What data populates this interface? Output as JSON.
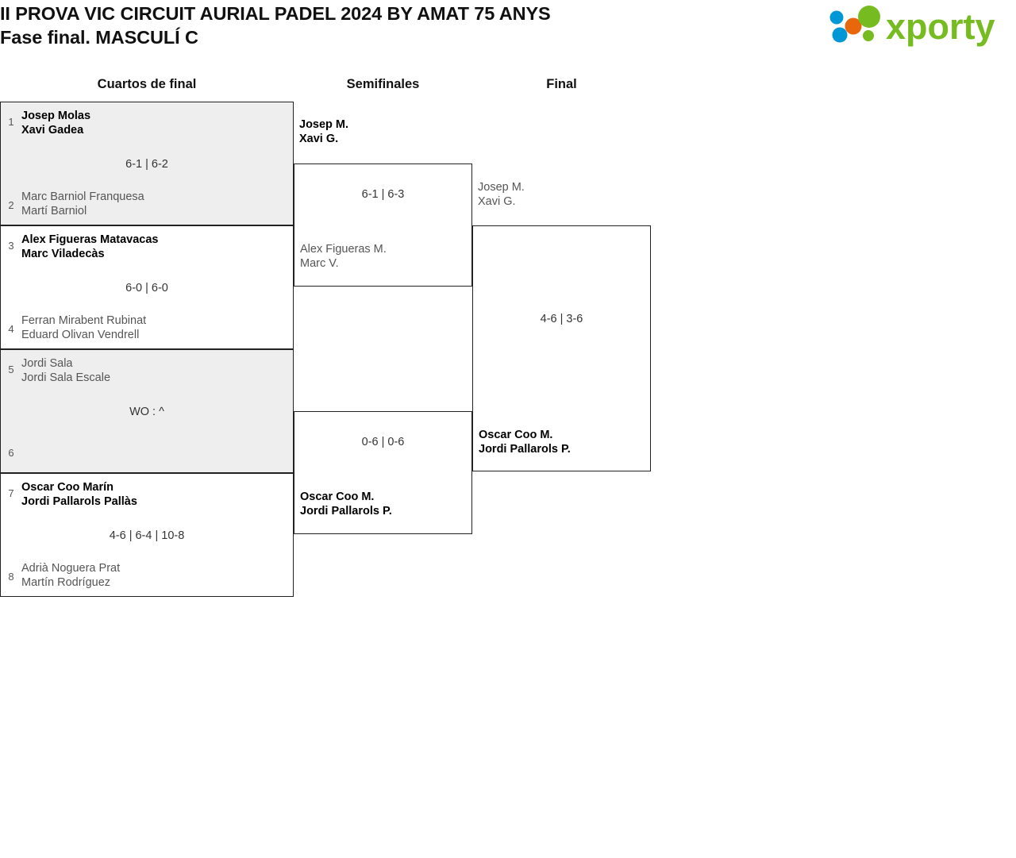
{
  "header": {
    "title_line1": "II PROVA VIC CIRCUIT AURIAL PADEL 2024 BY AMAT 75 ANYS",
    "title_line2": "Fase final. MASCULÍ C",
    "logo_text": "xporty",
    "logo_colors": {
      "green": "#76bc21",
      "orange": "#e8670c",
      "blue": "#0097d7"
    }
  },
  "rounds": [
    {
      "label": "Cuartos de final"
    },
    {
      "label": "Semifinales"
    },
    {
      "label": "Final"
    }
  ],
  "quarterfinals": [
    {
      "shaded": true,
      "score": "6-1 | 6-2",
      "top": {
        "seed": "1",
        "p1": "Josep Molas",
        "p2": "Xavi Gadea",
        "winner": true
      },
      "bottom": {
        "seed": "2",
        "p1": "Marc Barniol Franquesa",
        "p2": "Martí Barniol",
        "winner": false
      }
    },
    {
      "shaded": false,
      "score": "6-0 | 6-0",
      "top": {
        "seed": "3",
        "p1": "Alex Figueras Matavacas",
        "p2": "Marc Viladecàs",
        "winner": true
      },
      "bottom": {
        "seed": "4",
        "p1": "Ferran Mirabent Rubinat",
        "p2": "Eduard Olivan Vendrell",
        "winner": false
      }
    },
    {
      "shaded": true,
      "score": "WO : ^",
      "top": {
        "seed": "5",
        "p1": "Jordi Sala",
        "p2": "Jordi Sala Escale",
        "winner": false
      },
      "bottom": {
        "seed": "6",
        "p1": "",
        "p2": "",
        "winner": false
      }
    },
    {
      "shaded": false,
      "score": "4-6 | 6-4 | 10-8",
      "top": {
        "seed": "7",
        "p1": "Oscar Coo Marín",
        "p2": "Jordi Pallarols Pallàs",
        "winner": true
      },
      "bottom": {
        "seed": "8",
        "p1": "Adrià Noguera Prat",
        "p2": "Martín Rodríguez",
        "winner": false
      }
    }
  ],
  "semifinals": [
    {
      "score": "6-1 | 6-3",
      "top": {
        "p1": "Josep M.",
        "p2": "Xavi G.",
        "winner": true
      },
      "bottom": {
        "p1": "Alex Figueras M.",
        "p2": "Marc V.",
        "winner": false
      }
    },
    {
      "score": "0-6 | 0-6",
      "top": {
        "p1": "",
        "p2": "",
        "winner": false
      },
      "bottom": {
        "p1": "Oscar Coo M.",
        "p2": "Jordi Pallarols P.",
        "winner": true
      }
    }
  ],
  "final": {
    "score": "4-6 | 3-6",
    "top": {
      "p1": "Josep M.",
      "p2": "Xavi G.",
      "winner": false
    },
    "bottom": {
      "p1": "Oscar Coo M.",
      "p2": "Jordi Pallarols P.",
      "winner": true
    }
  }
}
